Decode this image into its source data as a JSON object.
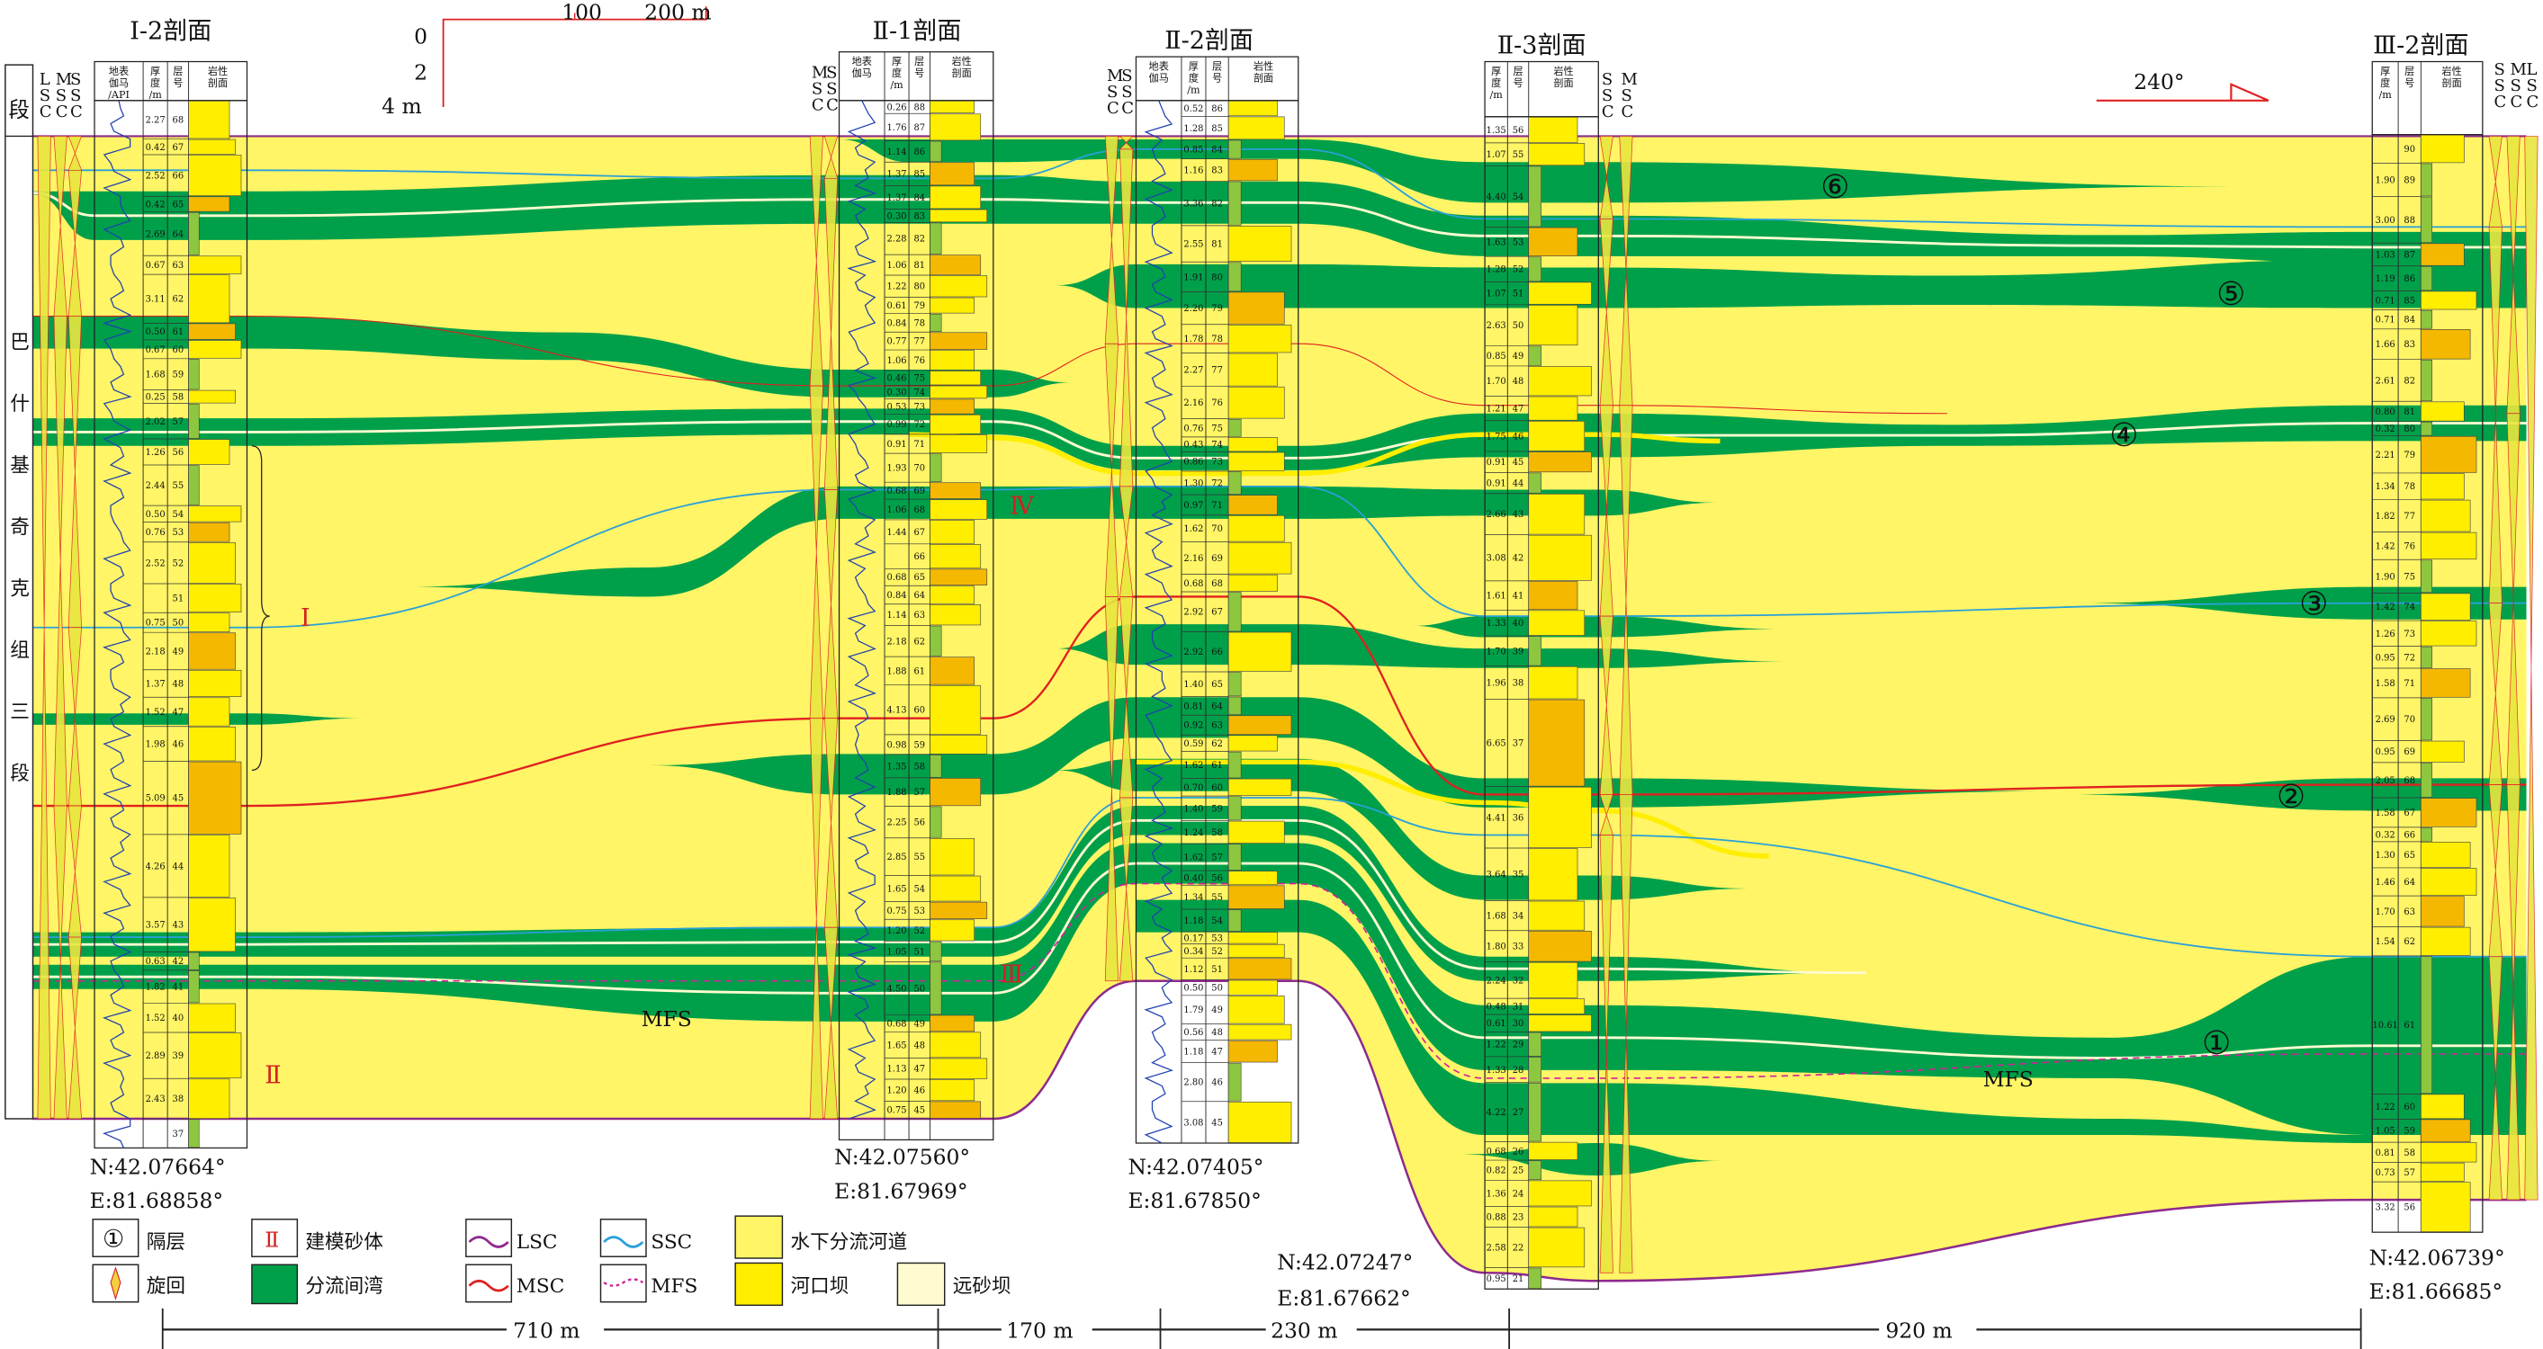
{
  "unit_header": "段",
  "formation": "巴什基奇克组三段",
  "scale": {
    "v_ticks": [
      "0",
      "2",
      "4 m"
    ],
    "h_ticks": [
      "100",
      "200 m"
    ]
  },
  "orientation": "240°",
  "mfs_label": "MFS",
  "isolation_labels": [
    "①",
    "②",
    "③",
    "④",
    "⑤",
    "⑥"
  ],
  "sand_bodies": [
    "Ⅰ",
    "Ⅱ",
    "Ⅲ",
    "Ⅳ"
  ],
  "extra_coord": {
    "n": "N:42.07247°",
    "e": "E:81.67662°"
  },
  "sections": [
    {
      "title": "Ⅰ-2剖面",
      "cycle_labels": [
        "LSC",
        "MSC",
        "SSC"
      ],
      "headers": [
        [
          "地表",
          "伽马",
          "/API"
        ],
        [
          "厚",
          "度",
          "/m"
        ],
        [
          "层",
          "号"
        ],
        [
          "岩性",
          "剖面"
        ]
      ],
      "coords": {
        "n": "N:42.07664°",
        "e": "E:81.68858°"
      },
      "layers": [
        [
          "68",
          "2.27"
        ],
        [
          "67",
          "0.42"
        ],
        [
          "66",
          "2.52"
        ],
        [
          "65",
          "0.42"
        ],
        [
          "64",
          "2.69"
        ],
        [
          "63",
          "0.67"
        ],
        [
          "62",
          "3.11"
        ],
        [
          "61",
          "0.50"
        ],
        [
          "60",
          "0.67"
        ],
        [
          "59",
          "1.68"
        ],
        [
          "58",
          "0.25"
        ],
        [
          "57",
          "2.02"
        ],
        [
          "56",
          "1.26"
        ],
        [
          "55",
          "2.44"
        ],
        [
          "54",
          "0.50"
        ],
        [
          "53",
          "0.76"
        ],
        [
          "52",
          "2.52"
        ],
        [
          "51",
          ""
        ],
        [
          "50",
          "0.75"
        ],
        [
          "49",
          "2.18"
        ],
        [
          "48",
          "1.37"
        ],
        [
          "47",
          "1.52"
        ],
        [
          "46",
          "1.98"
        ],
        [
          "45",
          "5.09"
        ],
        [
          "44",
          "4.26"
        ],
        [
          "43",
          "3.57"
        ],
        [
          "42",
          "0.63"
        ],
        [
          "41",
          "1.82"
        ],
        [
          "40",
          "1.52"
        ],
        [
          "39",
          "2.89"
        ],
        [
          "38",
          "2.43"
        ],
        [
          "37",
          ""
        ]
      ],
      "mud": [
        "64",
        "59",
        "57",
        "55",
        "42",
        "41",
        "37"
      ]
    },
    {
      "title": "Ⅱ-1剖面",
      "cycle_labels": [
        "MSC",
        "SSC"
      ],
      "headers": [
        [
          "地表",
          "伽马"
        ],
        [
          "厚",
          "度",
          "/m"
        ],
        [
          "层",
          "号"
        ],
        [
          "岩性",
          "剖面"
        ]
      ],
      "coords": {
        "n": "N:42.07560°",
        "e": "E:81.67969°"
      },
      "layers": [
        [
          "88",
          "0.26"
        ],
        [
          "87",
          "1.76"
        ],
        [
          "86",
          "1.14"
        ],
        [
          "85",
          "1.37"
        ],
        [
          "84",
          "1.37"
        ],
        [
          "83",
          "0.30"
        ],
        [
          "82",
          "2.28"
        ],
        [
          "81",
          "1.06"
        ],
        [
          "80",
          "1.22"
        ],
        [
          "79",
          "0.61"
        ],
        [
          "78",
          "0.84"
        ],
        [
          "77",
          "0.77"
        ],
        [
          "76",
          "1.06"
        ],
        [
          "75",
          "0.46"
        ],
        [
          "74",
          "0.30"
        ],
        [
          "73",
          "0.53"
        ],
        [
          "72",
          "0.99"
        ],
        [
          "71",
          "0.91"
        ],
        [
          "70",
          "1.93"
        ],
        [
          "69",
          "0.68"
        ],
        [
          "68",
          "1.06"
        ],
        [
          "67",
          "1.44"
        ],
        [
          "66",
          ""
        ],
        [
          "65",
          "0.68"
        ],
        [
          "64",
          "0.84"
        ],
        [
          "63",
          "1.14"
        ],
        [
          "62",
          "2.18"
        ],
        [
          "61",
          "1.88"
        ],
        [
          "60",
          "4.13"
        ],
        [
          "59",
          "0.98"
        ],
        [
          "58",
          "1.35"
        ],
        [
          "57",
          "1.88"
        ],
        [
          "56",
          "2.25"
        ],
        [
          "55",
          "2.85"
        ],
        [
          "54",
          "1.65"
        ],
        [
          "53",
          "0.75"
        ],
        [
          "52",
          "1.20"
        ],
        [
          "51",
          "1.05"
        ],
        [
          "50",
          "4.50"
        ],
        [
          "49",
          "0.68"
        ],
        [
          "48",
          "1.65"
        ],
        [
          "47",
          "1.13"
        ],
        [
          "46",
          "1.20"
        ],
        [
          "45",
          "0.75"
        ]
      ],
      "mud": [
        "86",
        "82",
        "78",
        "70",
        "62",
        "58",
        "56",
        "51",
        "50"
      ]
    },
    {
      "title": "Ⅱ-2剖面",
      "cycle_labels": [
        "MSC",
        "SSC"
      ],
      "headers": [
        [
          "地表",
          "伽马"
        ],
        [
          "厚",
          "度",
          "/m"
        ],
        [
          "层",
          "号"
        ],
        [
          "岩性",
          "剖面"
        ]
      ],
      "coords": {
        "n": "N:42.07405°",
        "e": "E:81.67850°"
      },
      "layers": [
        [
          "86",
          "0.52"
        ],
        [
          "85",
          "1.28"
        ],
        [
          "84",
          "0.85"
        ],
        [
          "83",
          "1.16"
        ],
        [
          "82",
          "3.36"
        ],
        [
          "81",
          "2.55"
        ],
        [
          "80",
          "1.91"
        ],
        [
          "79",
          "2.20"
        ],
        [
          "78",
          "1.78"
        ],
        [
          "77",
          "2.27"
        ],
        [
          "76",
          "2.16"
        ],
        [
          "75",
          "0.76"
        ],
        [
          "74",
          "0.43"
        ],
        [
          "73",
          "0.86"
        ],
        [
          "72",
          "1.30"
        ],
        [
          "71",
          "0.97"
        ],
        [
          "70",
          "1.62"
        ],
        [
          "69",
          "2.16"
        ],
        [
          "68",
          "0.68"
        ],
        [
          "67",
          "2.92"
        ],
        [
          "66",
          "2.92"
        ],
        [
          "65",
          "1.40"
        ],
        [
          "64",
          "0.81"
        ],
        [
          "63",
          "0.92"
        ],
        [
          "62",
          "0.59"
        ],
        [
          "61",
          "1.62"
        ],
        [
          "60",
          "0.70"
        ],
        [
          "59",
          "1.40"
        ],
        [
          "58",
          "1.24"
        ],
        [
          "57",
          "1.62"
        ],
        [
          "56",
          "0.40"
        ],
        [
          "55",
          "1.34"
        ],
        [
          "54",
          "1.18"
        ],
        [
          "53",
          "0.17"
        ],
        [
          "52",
          "0.34"
        ],
        [
          "51",
          "1.12"
        ],
        [
          "50",
          "0.50"
        ],
        [
          "49",
          "1.79"
        ],
        [
          "48",
          "0.56"
        ],
        [
          "47",
          "1.18"
        ],
        [
          "46",
          "2.80"
        ],
        [
          "45",
          "3.08"
        ]
      ],
      "mud": [
        "84",
        "82",
        "80",
        "75",
        "72",
        "67",
        "65",
        "64",
        "61",
        "59",
        "57",
        "54",
        "46"
      ]
    },
    {
      "title": "Ⅱ-3剖面",
      "cycle_labels": [
        "SSC",
        "MSC"
      ],
      "headers": [
        [
          "厚",
          "度",
          "/m"
        ],
        [
          "层",
          "号"
        ],
        [
          "岩性",
          "剖面"
        ]
      ],
      "coords": {
        "n": "",
        "e": ""
      },
      "layers": [
        [
          "56",
          "1.35"
        ],
        [
          "55",
          "1.07"
        ],
        [
          "54",
          "4.40"
        ],
        [
          "53",
          "1.63"
        ],
        [
          "52",
          "1.28"
        ],
        [
          "51",
          "1.07"
        ],
        [
          "50",
          "2.63"
        ],
        [
          "49",
          "0.85"
        ],
        [
          "48",
          "1.70"
        ],
        [
          "47",
          "1.21"
        ],
        [
          "46",
          "1.75"
        ],
        [
          "45",
          "0.91"
        ],
        [
          "44",
          "0.91"
        ],
        [
          "43",
          "2.66"
        ],
        [
          "42",
          "3.08"
        ],
        [
          "41",
          "1.61"
        ],
        [
          "40",
          "1.33"
        ],
        [
          "39",
          "1.70"
        ],
        [
          "38",
          "1.96"
        ],
        [
          "37",
          "6.65"
        ],
        [
          "36",
          "4.41"
        ],
        [
          "35",
          "3.64"
        ],
        [
          "34",
          "1.68"
        ],
        [
          "33",
          "1.80"
        ],
        [
          "32",
          "2.24"
        ],
        [
          "31",
          "0.48"
        ],
        [
          "30",
          "0.61"
        ],
        [
          "29",
          "1.22"
        ],
        [
          "28",
          "1.33"
        ],
        [
          "27",
          "4.22"
        ],
        [
          "26",
          "0.68"
        ],
        [
          "25",
          "0.82"
        ],
        [
          "24",
          "1.36"
        ],
        [
          "23",
          "0.88"
        ],
        [
          "22",
          "2.58"
        ],
        [
          "21",
          "0.95"
        ]
      ],
      "mud": [
        "54",
        "52",
        "49",
        "44",
        "39",
        "29",
        "28",
        "27",
        "25",
        "21"
      ]
    },
    {
      "title": "Ⅲ-2剖面",
      "cycle_labels": [
        "SSC",
        "MSC",
        "LSC"
      ],
      "headers": [
        [
          "厚",
          "度",
          "/m"
        ],
        [
          "层",
          "号"
        ],
        [
          "岩性",
          "剖面"
        ]
      ],
      "coords": {
        "n": "N:42.06739°",
        "e": "E:81.66685°"
      },
      "layers": [
        [
          "90",
          ""
        ],
        [
          "89",
          "1.90"
        ],
        [
          "88",
          "3.00"
        ],
        [
          "87",
          "1.03"
        ],
        [
          "86",
          "1.19"
        ],
        [
          "85",
          "0.71"
        ],
        [
          "84",
          "0.71"
        ],
        [
          "83",
          "1.66"
        ],
        [
          "82",
          "2.61"
        ],
        [
          "81",
          "0.80"
        ],
        [
          "80",
          "0.32"
        ],
        [
          "79",
          "2.21"
        ],
        [
          "78",
          "1.34"
        ],
        [
          "77",
          "1.82"
        ],
        [
          "76",
          "1.42"
        ],
        [
          "75",
          "1.90"
        ],
        [
          "74",
          "1.42"
        ],
        [
          "73",
          "1.26"
        ],
        [
          "72",
          "0.95"
        ],
        [
          "71",
          "1.58"
        ],
        [
          "70",
          "2.69"
        ],
        [
          "69",
          "0.95"
        ],
        [
          "68",
          "2.05"
        ],
        [
          "67",
          "1.58"
        ],
        [
          "66",
          "0.32"
        ],
        [
          "65",
          "1.30"
        ],
        [
          "64",
          "1.46"
        ],
        [
          "63",
          "1.70"
        ],
        [
          "62",
          "1.54"
        ],
        [
          "61",
          "10.61"
        ],
        [
          "60",
          "1.22"
        ],
        [
          "59",
          "1.05"
        ],
        [
          "58",
          "0.81"
        ],
        [
          "57",
          "0.73"
        ],
        [
          "56",
          "3.32"
        ]
      ],
      "mud": [
        "89",
        "88",
        "86",
        "84",
        "82",
        "80",
        "75",
        "72",
        "70",
        "68",
        "66",
        "61"
      ]
    }
  ],
  "legend": {
    "isolation": {
      "symbol": "①",
      "label": "隔层"
    },
    "model_sand": {
      "symbol": "Ⅱ",
      "label": "建模砂体"
    },
    "lsc": "LSC",
    "ssc": "SSC",
    "msc": "MSC",
    "mfs": "MFS",
    "cycle": "旋回",
    "bay": "分流间湾",
    "channel": "水下分流河道",
    "mouth_bar": "河口坝",
    "distal_bar": "远砂坝"
  },
  "distances": [
    "710 m",
    "170 m",
    "230 m",
    "920 m"
  ],
  "colors": {
    "channel": "#fff566",
    "bay": "#00a04a",
    "mouth_bar": "#ffee00",
    "distal_bar": "#fffbd0",
    "lsc": "#8e2a8e",
    "msc": "#e02020",
    "ssc": "#2aa0d8",
    "mfs": "#d0209a",
    "mud": "#8dc63f",
    "gravel": "#f5b800"
  }
}
